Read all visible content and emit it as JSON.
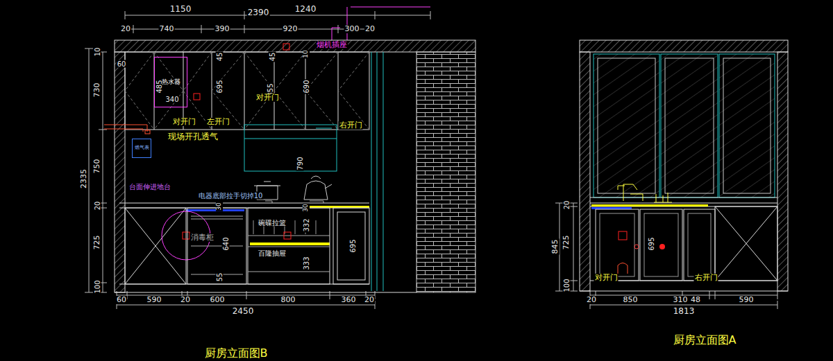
{
  "diagram": {
    "nodes": [
      {
        "text": [
          "热水器"
        ]
      },
      {
        "text": [
          "燃气表"
        ]
      }
    ],
    "labels": [
      "1150",
      "2390",
      "1240",
      "20",
      "740",
      "390",
      "920",
      "300",
      "20",
      "烟机插座",
      "10",
      "730",
      "2335",
      "750",
      "20",
      "725",
      "100",
      "60",
      "485",
      "340",
      "695",
      "45",
      "45",
      "355",
      "690",
      "10",
      "对开门",
      "对开门",
      "左开门",
      "右开门",
      "现场开孔透气",
      "790",
      "台面伸进地台",
      "电器底部拉手切掉10",
      "30",
      "消毒柜",
      "640",
      "55",
      "碗碟拉篮",
      "332",
      "30",
      "百隆抽屉",
      "333",
      "695",
      "60",
      "590",
      "20",
      "600",
      "800",
      "360",
      "20",
      "2450",
      "厨房立面图B",
      "845",
      "20",
      "725",
      "100",
      "695",
      "对开门",
      "右开门",
      "20",
      "850",
      "310",
      "48",
      "590",
      "1813",
      "厨房立面图A"
    ]
  }
}
